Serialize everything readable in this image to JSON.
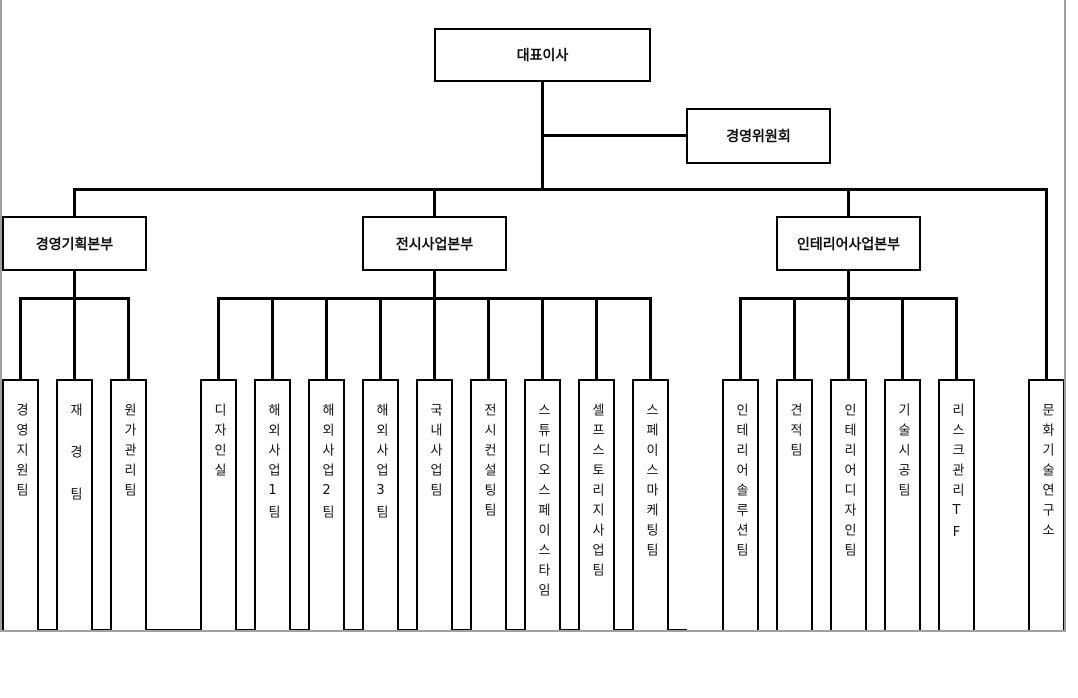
{
  "ceo": "대표이사",
  "committee": "경영위원회",
  "divisions": [
    {
      "name": "경영기획본부",
      "teams": [
        "경영지원팀",
        "재 경 팀",
        "원가관리팀"
      ]
    },
    {
      "name": "전시사업본부",
      "teams": [
        "디자인실",
        "해외사업1팀",
        "해외사업2팀",
        "해외사업3팀",
        "국내사업팀",
        "전시컨설팅팀",
        "스튜디오스페이스타임",
        "셀프스토리지사업팀",
        "스페이스마케팅팀"
      ]
    },
    {
      "name": "인테리어사업본부",
      "teams": [
        "인테리어솔루션팀",
        "견적팀",
        "인테리어디자인팀",
        "기술시공팀",
        "리스크관리TF"
      ]
    }
  ],
  "institute": "문화기술연구소"
}
